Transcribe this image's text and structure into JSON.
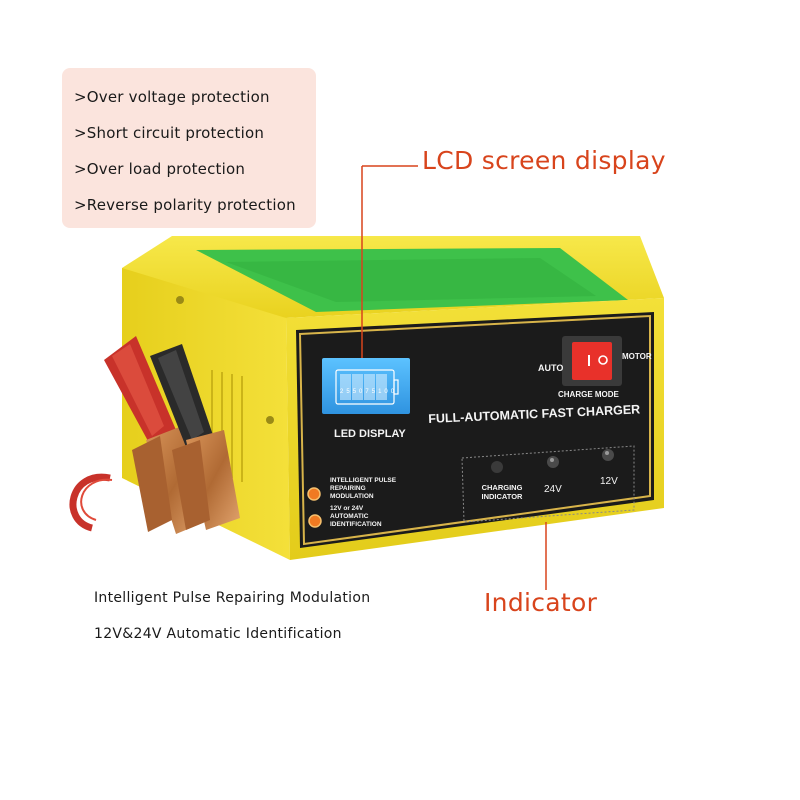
{
  "features": [
    ">Over voltage protection",
    ">Short circuit protection",
    ">Over load protection",
    ">Reverse polarity protection"
  ],
  "callouts": {
    "lcd": "LCD screen display",
    "indicator": "Indicator"
  },
  "captions": [
    "Intelligent Pulse Repairing Modulation",
    "12V&24V Automatic Identification"
  ],
  "device": {
    "title": "FULL-AUTOMATIC FAST CHARGER",
    "led_display": "LED DISPLAY",
    "lcd_levels": [
      "25",
      "50",
      "75",
      "100"
    ],
    "switch_auto": "AUTO",
    "switch_motor": "MOTOR",
    "switch_caption": "CHARGE MODE",
    "indicator_charging": "CHARGING INDICATOR",
    "indicator_24v": "24V",
    "indicator_12v": "12V",
    "feature_1": "INTELLIGENT PULSE REPAIRING MODULATION",
    "feature_2": "12V or 24V AUTOMATIC IDENTIFICATION"
  },
  "colors": {
    "callout": "#d8441c",
    "feature_box": "#fbe4dd",
    "casing": "#f2dd2a",
    "panel": "#1b1b1b",
    "lcd": "#3aa9f0",
    "switch": "#e8312a",
    "clamp_red": "#c8322a",
    "clamp_black": "#2a2a2a",
    "copper": "#b8753e"
  }
}
